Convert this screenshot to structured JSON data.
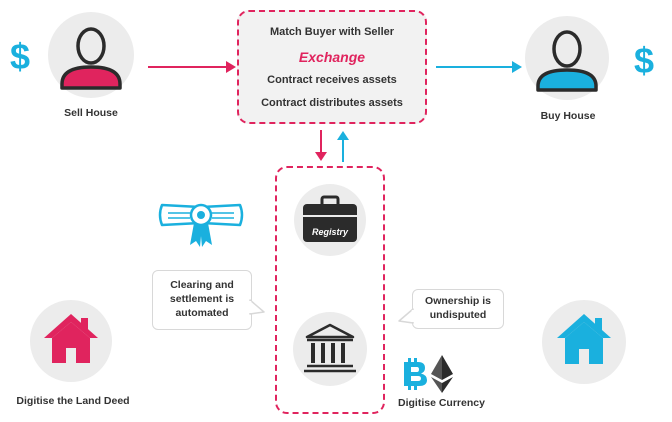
{
  "top": {
    "line1": "Match Buyer with Seller",
    "line2": "Exchange",
    "line3": "Contract receives assets",
    "line4": "Contract distributes assets"
  },
  "seller": {
    "label": "Sell House",
    "currency_symbol": "$"
  },
  "buyer": {
    "label": "Buy House",
    "currency_symbol": "$"
  },
  "registry": {
    "label": "Registry"
  },
  "bubbles": {
    "clearing": "Clearing and settlement is automated",
    "ownership": "Ownership is undisputed"
  },
  "bottom": {
    "land_deed_label": "Digitise the Land Deed",
    "currency_label": "Digitise Currency"
  },
  "colors": {
    "pink": "#e0245e",
    "blue": "#1ab0de",
    "dark": "#2b2b2b",
    "circle_bg": "#ececec"
  },
  "icons": [
    "person-icon",
    "dollar-icon",
    "certificate-icon",
    "briefcase-icon",
    "bank-icon",
    "house-icon",
    "bitcoin-icon",
    "ethereum-icon"
  ]
}
